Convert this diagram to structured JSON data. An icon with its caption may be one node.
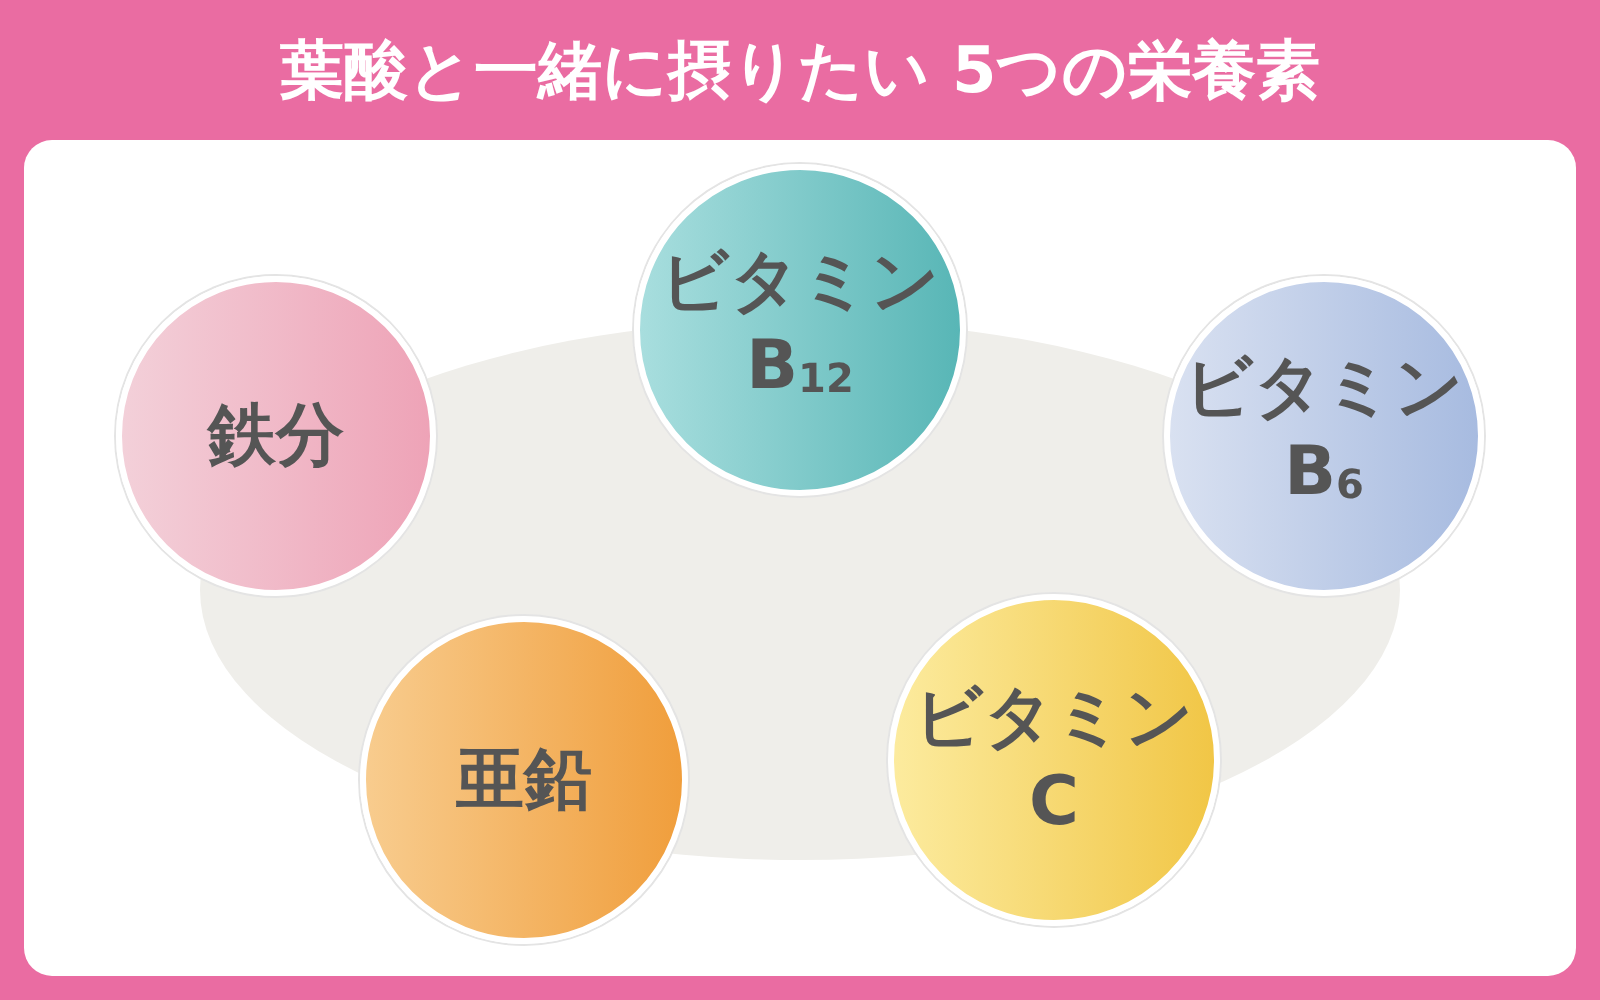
{
  "diagram": {
    "title": "葉酸と一緒に摂りたい 5つの栄養素",
    "nodes": [
      {
        "text": [
          "鉄分"
        ]
      },
      {
        "text": [
          "ビタミンB$_{12}$"
        ]
      },
      {
        "text": [
          "ビタミンB$_{6}$"
        ]
      },
      {
        "text": [
          "亜鉛"
        ]
      },
      {
        "text": [
          "ビタミンC"
        ]
      }
    ]
  }
}
